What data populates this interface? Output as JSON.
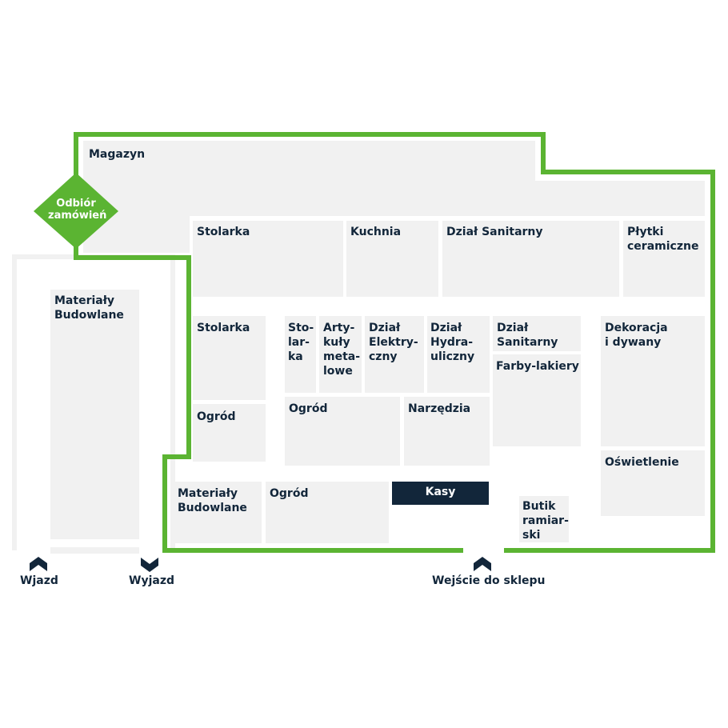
{
  "colors": {
    "outline": "#5bb432",
    "zone_fill": "#f1f1f1",
    "background": "#ffffff",
    "text": "#12263a",
    "checkout_fill": "#12263a",
    "pickup_fill": "#5bb432",
    "marker_fill": "#12263a"
  },
  "pickup": {
    "label": "Odbiór\nzamówień",
    "icon": "diamond-marker"
  },
  "checkout": {
    "label": "Kasy"
  },
  "zones": {
    "magazyn": "Magazyn",
    "stolarka_top": "Stolarka",
    "kuchnia": "Kuchnia",
    "sanitarny_top": "Dział Sanitarny",
    "plytki": "Płytki\nceramiczne",
    "materialy_outdoor": "Materiały\nBudowlane",
    "stolarka_mid": "Stolarka",
    "stolarka_narrow": "Sto-\nlar-\nka",
    "artykuly": "Arty-\nkuły\nmeta-\nlowe",
    "elektryczny": "Dział\nElektry-\nczny",
    "hydrauliczny": "Dział\nHydra-\nuliczny",
    "sanitarny_mid": "Dział\nSanitarny",
    "farby": "Farby-lakiery",
    "dekoracja": "Dekoracja\ni dywany",
    "ogrod_small": "Ogród",
    "ogrod_mid": "Ogród",
    "narzedzia": "Narzędzia",
    "oswietlenie": "Oświetlenie",
    "materialy_store": "Materiały\nBudowlane",
    "ogrod_bottom": "Ogród",
    "butik": "Butik\nramiar-\nski"
  },
  "markers": {
    "wjazd": {
      "label": "Wjazd",
      "icon": "chevron-up-icon"
    },
    "wyjazd": {
      "label": "Wyjazd",
      "icon": "chevron-down-icon"
    },
    "wejscie": {
      "label": "Wejście do sklepu",
      "icon": "chevron-up-icon"
    }
  }
}
